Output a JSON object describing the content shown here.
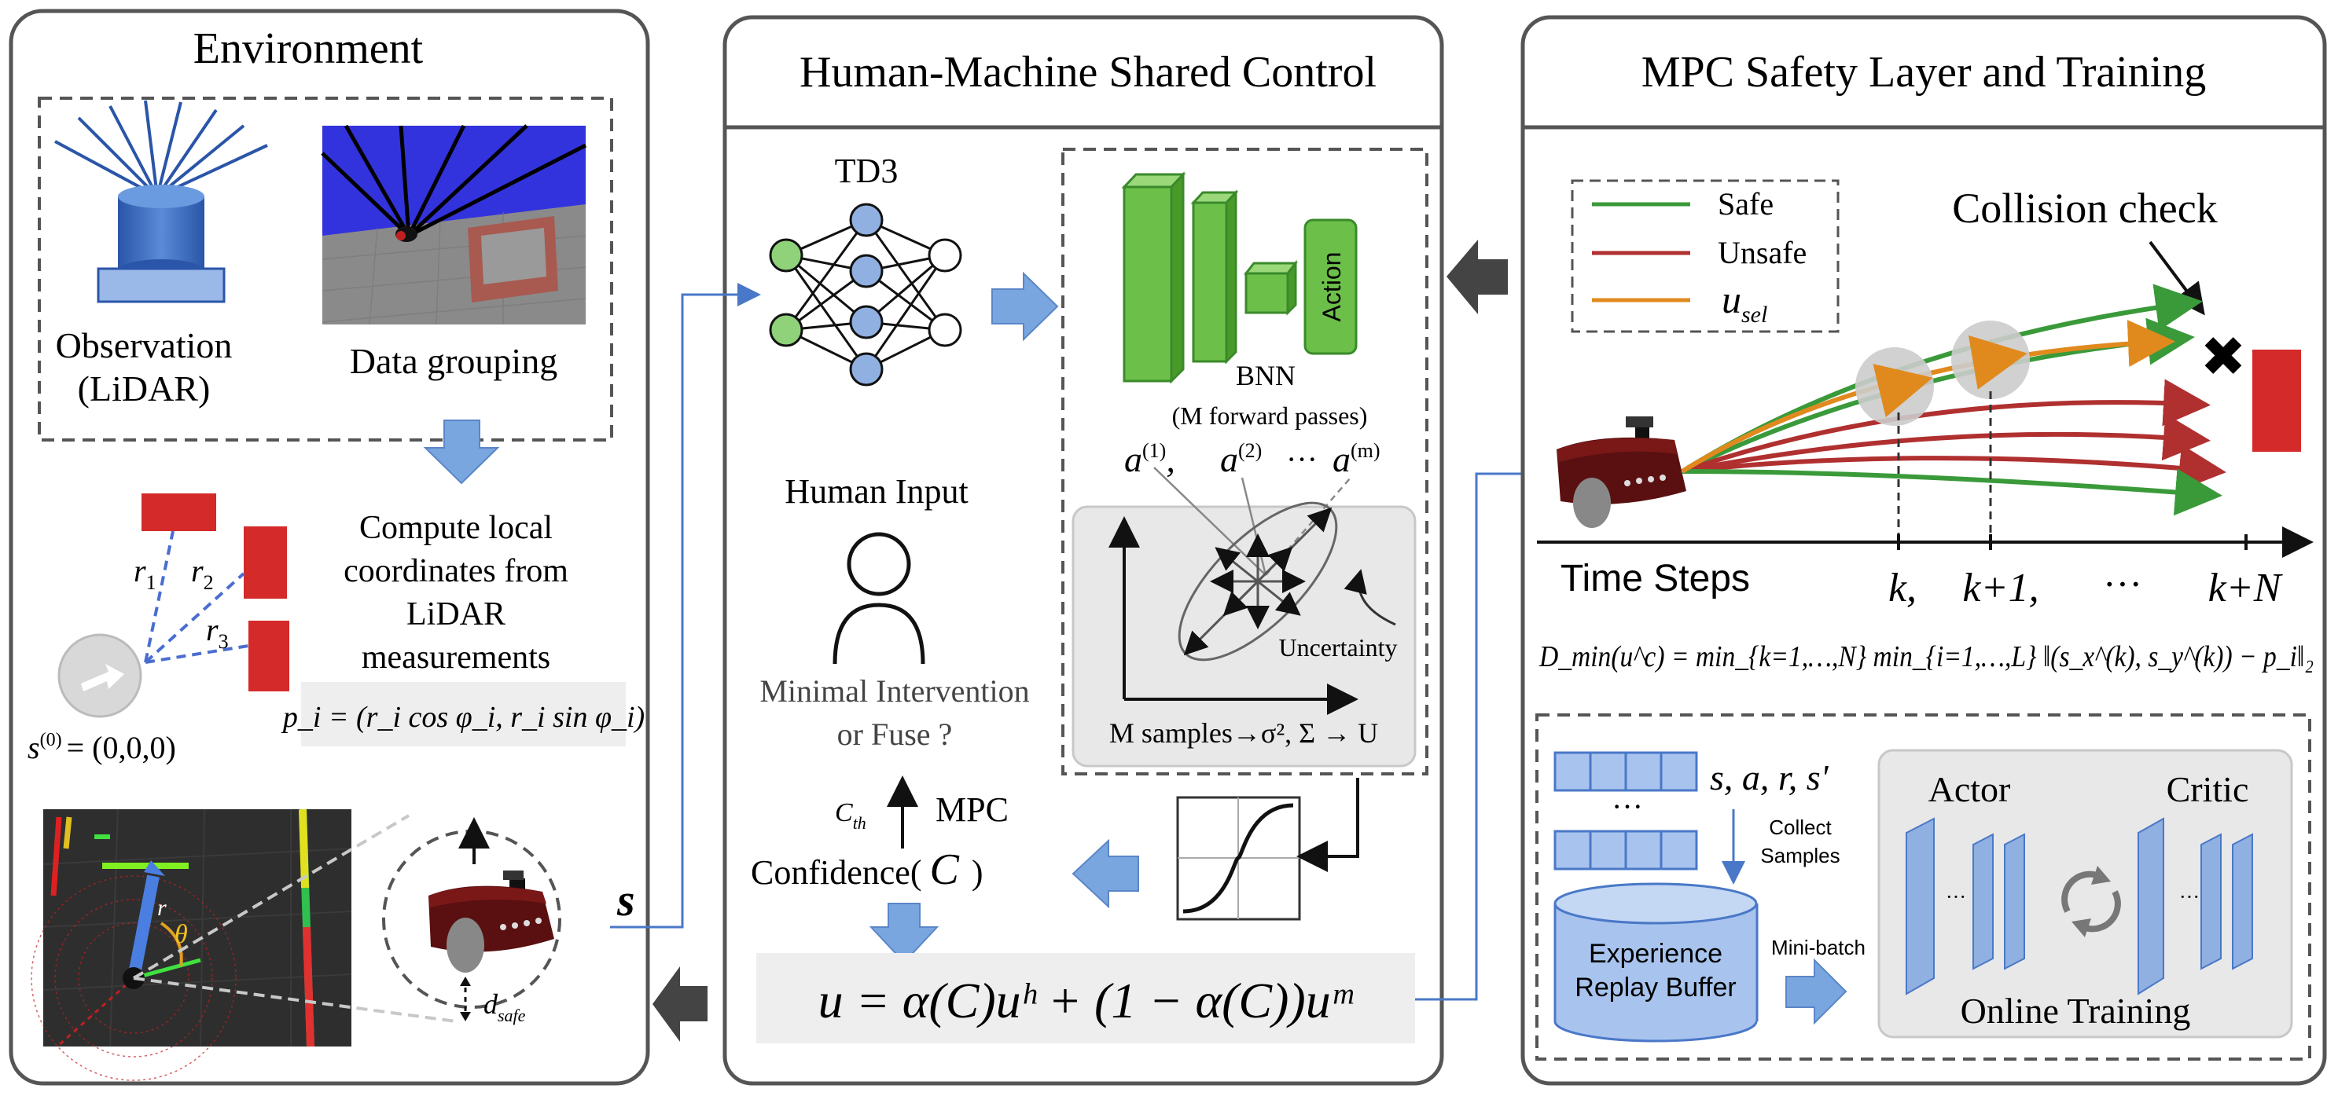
{
  "panels": {
    "environment": {
      "title": "Environment",
      "observation_line1": "Observation",
      "observation_line2": "(LiDAR)",
      "data_grouping": "Data grouping",
      "compute_line1": "Compute local",
      "compute_line2": "coordinates from",
      "compute_line3": "LiDAR",
      "compute_line4": "measurements",
      "formula_p": "p_i = (r_i cos φ_i, r_i sin φ_i)",
      "r1": "r",
      "r1_sub": "1",
      "r2": "r",
      "r2_sub": "2",
      "r3": "r",
      "r3_sub": "3",
      "s0_label": "s",
      "s0_sup": "(0)",
      "s0_value": "= (0,0,0)",
      "r_label": "r",
      "theta_label": "θ",
      "d_safe": "d",
      "d_safe_sub": "safe",
      "s_output": "s"
    },
    "shared_control": {
      "title": "Human-Machine Shared Control",
      "td3": "TD3",
      "bnn": "BNN",
      "forward_passes": "(M forward passes)",
      "action": "Action",
      "a1": "a",
      "a1_sup": "(1)",
      "a2": "a",
      "a2_sup": "(2)",
      "am_dots": "···",
      "am": "a",
      "am_sup": "(m)",
      "uncertainty": "Uncertainty",
      "m_samples": "M samples→σ², Σ → U",
      "human_input": "Human Input",
      "minimal_line1": "Minimal Intervention",
      "minimal_line2": "or  Fuse ?",
      "c_th": "C",
      "c_th_sub": "th",
      "mpc": "MPC",
      "confidence": "Confidence(",
      "confidence_c": "C",
      "confidence_close": ")",
      "fusion_formula": "u = α(C)uʰ + (1 − α(C))uᵐ"
    },
    "mpc": {
      "title": "MPC Safety Layer and Training",
      "legend": [
        {
          "label": "Safe",
          "color": "#3a9a3a"
        },
        {
          "label": "Unsafe",
          "color": "#b03030"
        },
        {
          "label": "u",
          "sub": "sel",
          "color": "#e08a1e"
        }
      ],
      "collision_check": "Collision check",
      "time_steps": "Time Steps",
      "k": "k,",
      "k1": "k+1,",
      "dots": "···",
      "kN": "k+N",
      "dmin_formula": "D_min(u^c) = min_{k=1,…,N} min_{i=1,…,L} ‖(s_x^(k), s_y^(k)) − p_i‖₂",
      "sars": "s, a, r, s'",
      "ellipsis": "···",
      "collect_line1": "Collect",
      "collect_line2": "Samples",
      "replay_line1": "Experience",
      "replay_line2": "Replay Buffer",
      "minibatch": "Mini-batch",
      "actor": "Actor",
      "critic": "Critic",
      "online_training": "Online Training"
    }
  },
  "colors": {
    "panel_border": "#555555",
    "blue_arrow": "#7aa6e0",
    "green_nn": "#7ec36a",
    "blue_nn": "#8fb0e0",
    "bnn_green": "#6cc04a",
    "obstacle_red": "#d42a2a",
    "connector_blue": "#4a78c8",
    "safe": "#3a9a3a",
    "unsafe": "#b03030",
    "usel": "#e08a1e"
  }
}
